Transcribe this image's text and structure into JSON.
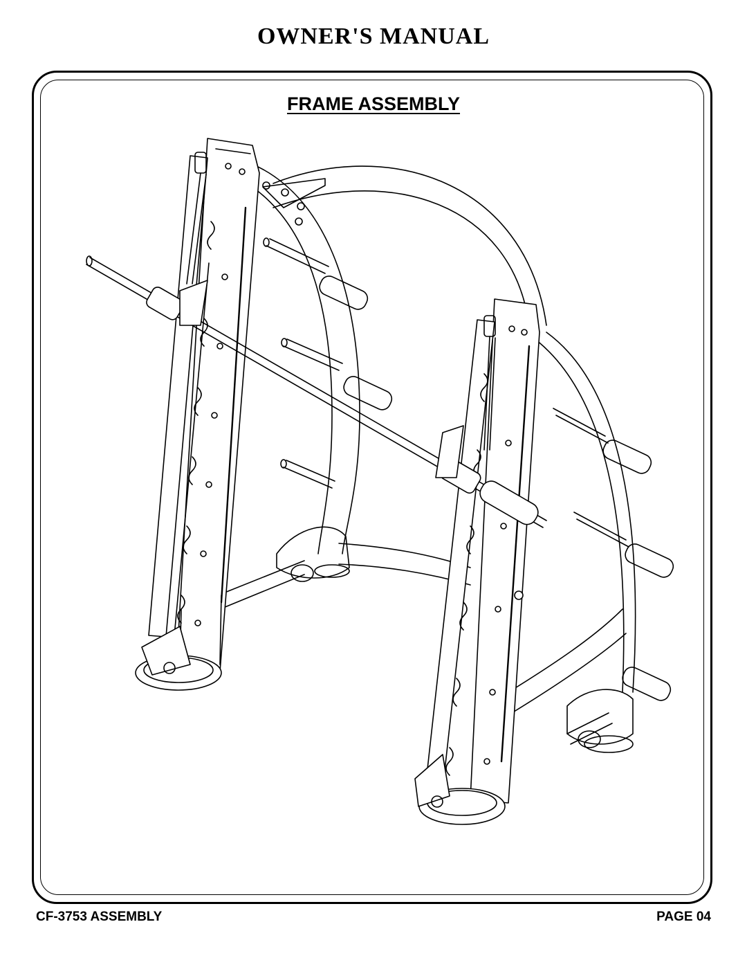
{
  "header": {
    "title": "OWNER'S MANUAL"
  },
  "section": {
    "title": "FRAME ASSEMBLY"
  },
  "illustration": {
    "subject": "frame assembly line drawing"
  },
  "footer": {
    "model_label": "CF-3753 ASSEMBLY",
    "page_label": "PAGE 04"
  }
}
